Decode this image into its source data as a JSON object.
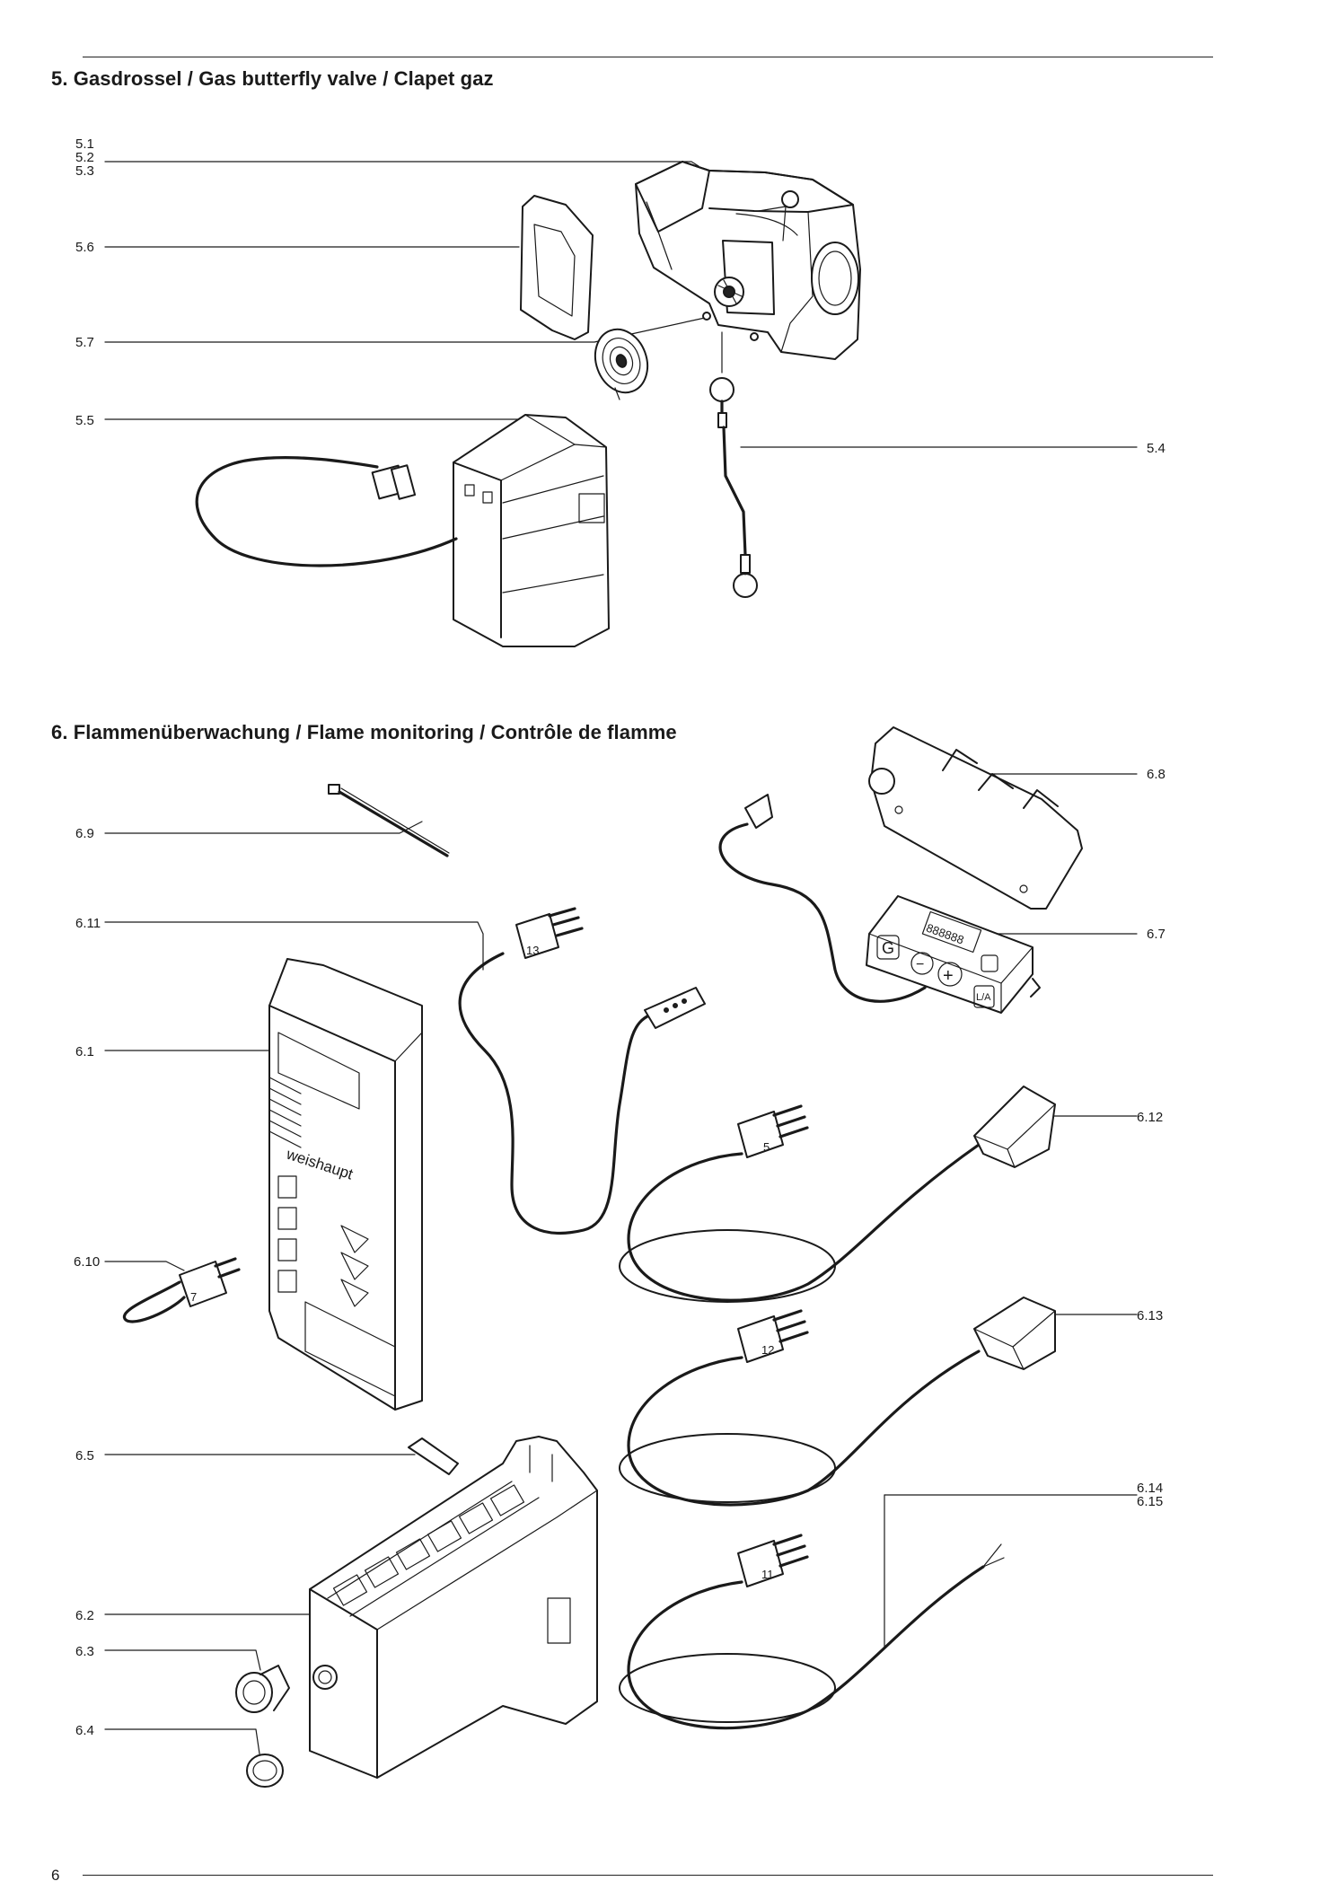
{
  "sections": [
    {
      "title": "5. Gasdrossel / Gas butterfly valve / Clapet gaz"
    },
    {
      "title": "6. Flammenüberwachung / Flame monitoring / Contrôle de flamme"
    }
  ],
  "callouts": {
    "c5_1": [
      "5.1",
      "5.2",
      "5.3"
    ],
    "c5_6": "5.6",
    "c5_7": "5.7",
    "c5_5": "5.5",
    "c5_4": "5.4",
    "c6_8": "6.8",
    "c6_9": "6.9",
    "c6_7": "6.7",
    "c6_11": "6.11",
    "c6_1": "6.1",
    "c6_12": "6.12",
    "c6_10": "6.10",
    "c6_13": "6.13",
    "c6_5": "6.5",
    "c6_14": [
      "6.14",
      "6.15"
    ],
    "c6_2": "6.2",
    "c6_3": "6.3",
    "c6_4": "6.4"
  },
  "part_labels": {
    "brand": "weishaupt",
    "plug_13": "13",
    "plug_5": "5",
    "plug_12": "12",
    "plug_11": "11",
    "plug_7": "7",
    "display_g": "G",
    "display_minus": "−",
    "display_plus": "+",
    "display_la": "L/A",
    "display_digits": "888888"
  },
  "page_number": "6"
}
